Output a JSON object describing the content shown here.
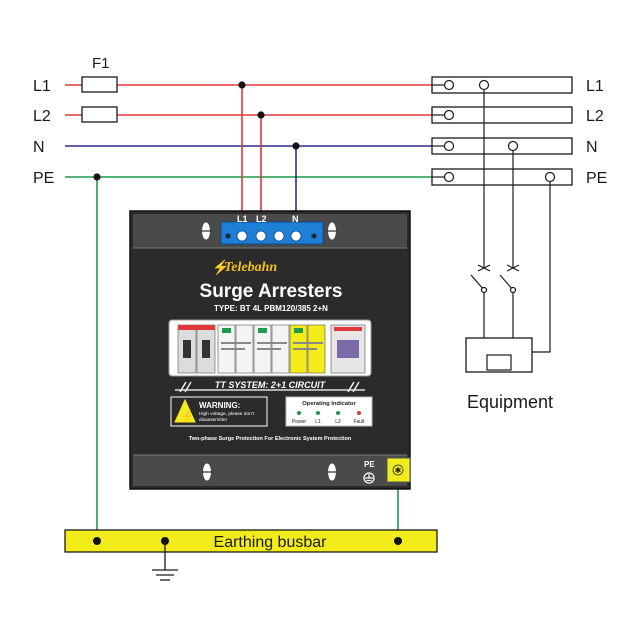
{
  "lines": {
    "left": [
      "L1",
      "L2",
      "N",
      "PE"
    ],
    "right": [
      "L1",
      "L2",
      "N",
      "PE"
    ],
    "fuse_label": "F1"
  },
  "colors": {
    "l1": "#e0383a",
    "l2": "#e0383a",
    "n": "#2b2b8a",
    "pe": "#1e9a4c",
    "busbar": "#f2ec1a",
    "device": "#2b2b2b",
    "terminal": "#1e7fd6"
  },
  "device": {
    "brand": "Telebahn",
    "title": "Surge Arresters",
    "type_line": "TYPE: BT 4L PBM120/385 2+N",
    "system": "TT SYSTEM: 2+1 CIRCUIT",
    "warning_title": "WARNING:",
    "warning_text_1": "High voltage, please don't",
    "warning_text_2": "disassemble!",
    "indicator_title": "Operating Indicator",
    "indicators": [
      "Power",
      "L1",
      "L2",
      "Fault"
    ],
    "footer": "Two-phase Surge Protection For Electronic System Protection",
    "terminal_labels": [
      "L1",
      "L2",
      "N"
    ],
    "pe_label": "PE"
  },
  "equipment_label": "Equipment",
  "busbar_label": "Earthing busbar"
}
